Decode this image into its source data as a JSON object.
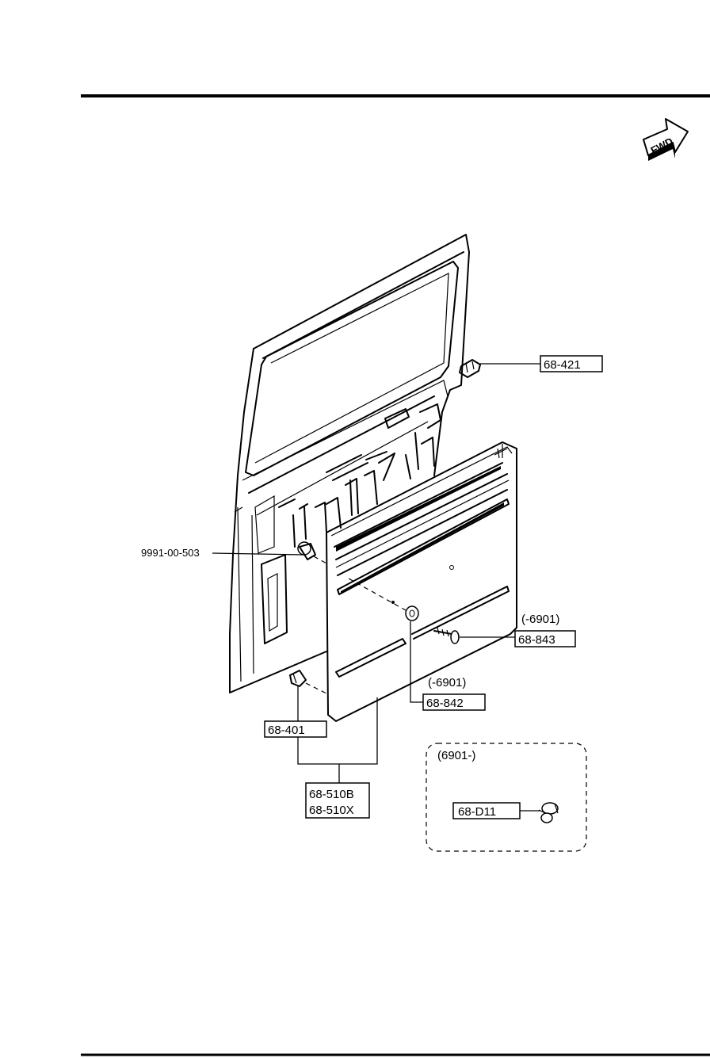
{
  "fwd_label": "FWD",
  "parts": {
    "p68_421": "68-421",
    "p9991": "9991-00-503",
    "p6901_a": "(-6901)",
    "p68_843": "68-843",
    "p6901_b": "(-6901)",
    "p68_842": "68-842",
    "p68_401": "68-401",
    "p68_510b": "68-510B",
    "p68_510x": "68-510X",
    "p6901_c": "(6901-)",
    "p68_d11": "68-D11"
  }
}
